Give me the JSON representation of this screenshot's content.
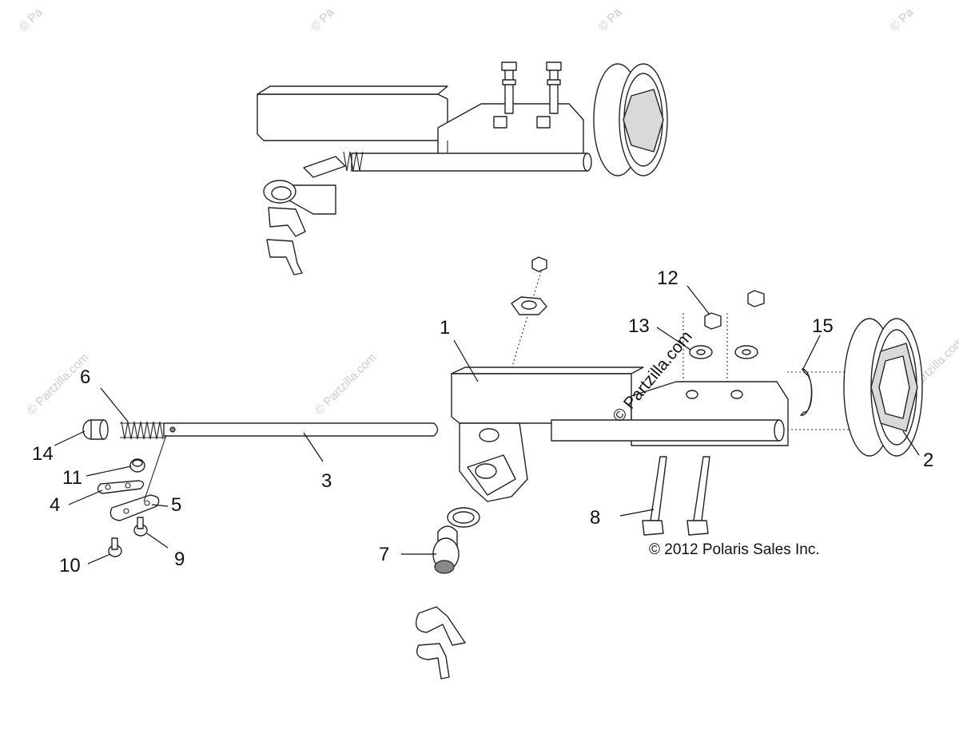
{
  "callouts": {
    "c1": "1",
    "c2": "2",
    "c3": "3",
    "c4": "4",
    "c5": "5",
    "c6": "6",
    "c7": "7",
    "c8": "8",
    "c9": "9",
    "c10": "10",
    "c11": "11",
    "c12": "12",
    "c13": "13",
    "c14": "14",
    "c15": "15"
  },
  "copyright": "© 2012 Polaris Sales Inc.",
  "watermark": {
    "main": "© Partzilla.com",
    "small": "© Partzilla.com",
    "corner": "© Pa"
  }
}
